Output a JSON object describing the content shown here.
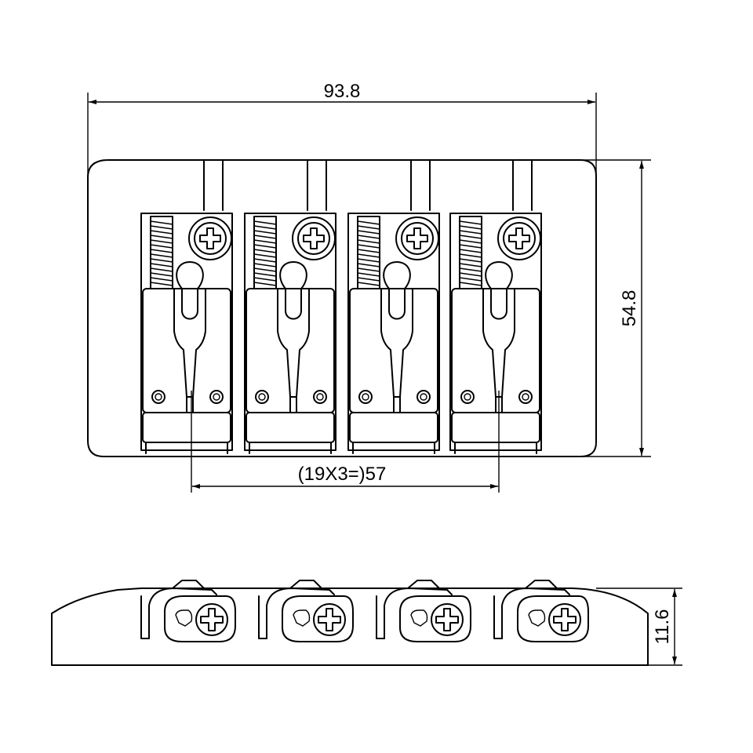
{
  "dimensions": {
    "overall_width": "93.8",
    "overall_height": "54.8",
    "string_spacing": "(19X3=)57",
    "side_height": "11.6"
  }
}
